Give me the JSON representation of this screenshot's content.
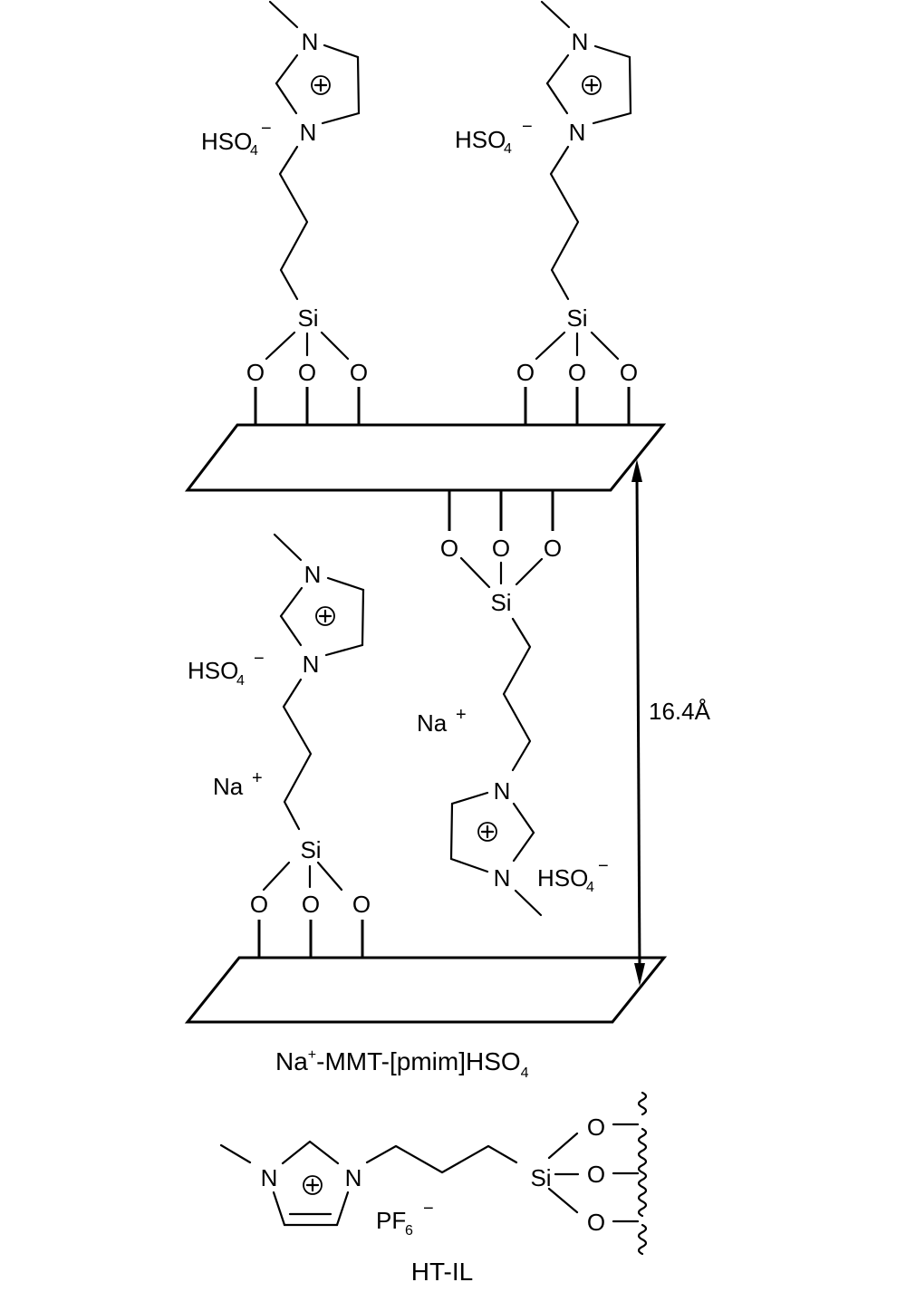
{
  "diagram": {
    "title": "Na+-MMT-[pmim]HSO4 and HT-IL structures",
    "colors": {
      "ink": "#000000",
      "background": "#ffffff"
    },
    "atoms": {
      "nitrogen": "N",
      "silicon": "Si",
      "oxygen": "O",
      "charge_plus_symbol": "+"
    },
    "counter_anion": {
      "base": "HSO",
      "subscript": "4",
      "charge": "−"
    },
    "sodium_ion": {
      "symbol": "Na",
      "charge": "+"
    },
    "interlayer_spacing": {
      "value": "16.4",
      "unit": "Å"
    },
    "caption_main": {
      "prefix": "Na",
      "charge": "+",
      "middle": "-MMT-[pmim]HSO",
      "subscript": "4"
    },
    "ht_il": {
      "anion": {
        "base": "PF",
        "subscript": "6",
        "charge": "−"
      },
      "caption": "HT-IL"
    },
    "icons": {
      "positive_charge": "circled-plus",
      "surface_attachment": "wavy-line"
    }
  }
}
